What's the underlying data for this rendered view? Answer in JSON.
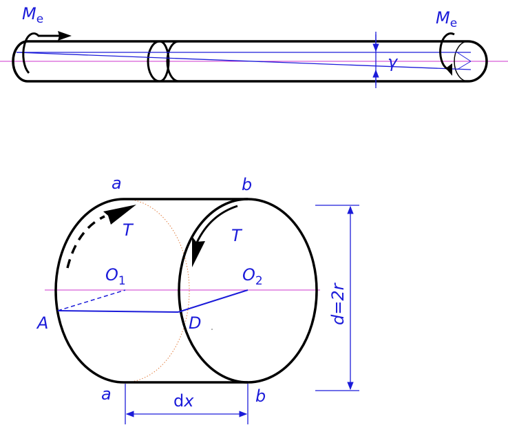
{
  "shaft": {
    "moment_left": {
      "symbol": "M",
      "sub": "e"
    },
    "moment_right": {
      "symbol": "M",
      "sub": "e"
    },
    "angle_label": "γ"
  },
  "element": {
    "label_a_top": "a",
    "label_b_top": "b",
    "label_a_bottom": "a",
    "label_b_bottom": "b",
    "torque_left": "T",
    "torque_right": "T",
    "center_left": {
      "symbol": "O",
      "sub": "1"
    },
    "center_right": {
      "symbol": "O",
      "sub": "2"
    },
    "point_A": "A",
    "point_D": "D",
    "diameter_label": "d=2r",
    "length_label": {
      "prefix": "d",
      "var": "x"
    }
  },
  "colors": {
    "line": "#000000",
    "annotation": "#1b1bd9",
    "axis": "#cc33cc",
    "hidden": "#e07a3a"
  }
}
